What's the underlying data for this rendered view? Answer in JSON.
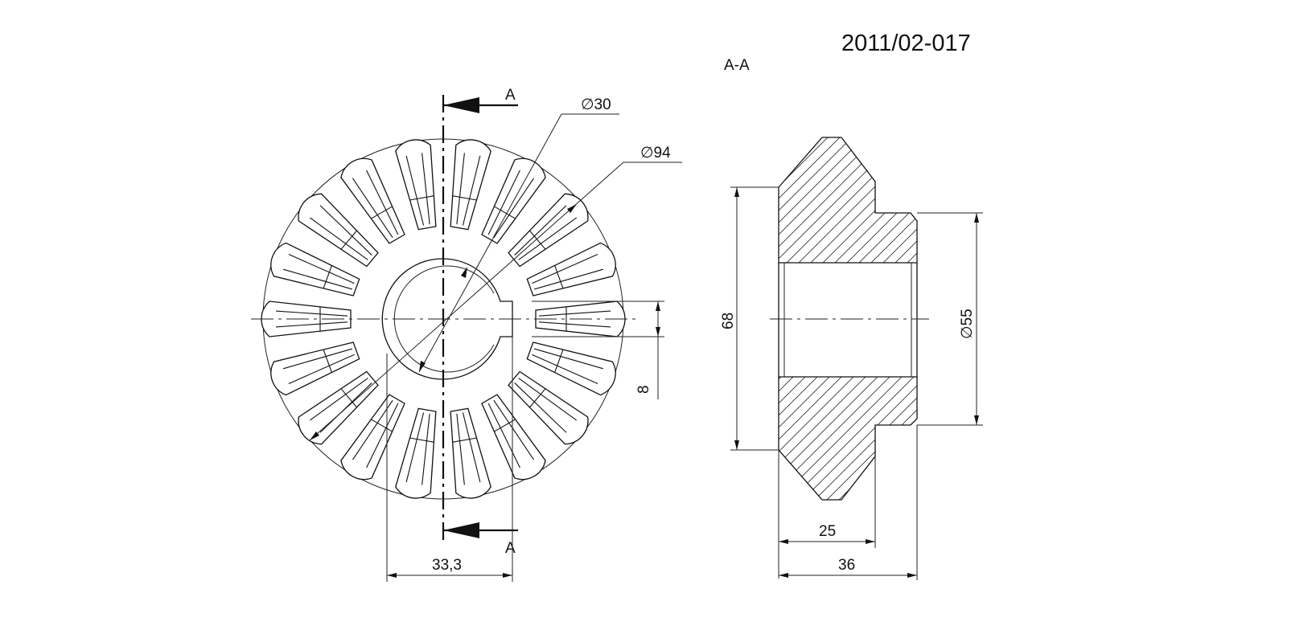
{
  "drawing_number": "2011/02-017",
  "section_title": "A-A",
  "section_markers": {
    "top": "A",
    "bottom": "A"
  },
  "front_view": {
    "teeth_count": 18,
    "dimensions": {
      "bore_diameter": "∅30",
      "outer_diameter": "∅94",
      "keyway_depth": "33,3",
      "keyway_width": "8"
    }
  },
  "section_view": {
    "dimensions": {
      "face_height": "68",
      "hub_diameter": "∅55",
      "hub_length": "25",
      "total_length": "36"
    }
  },
  "colors": {
    "line": "#111111",
    "background": "#ffffff"
  }
}
